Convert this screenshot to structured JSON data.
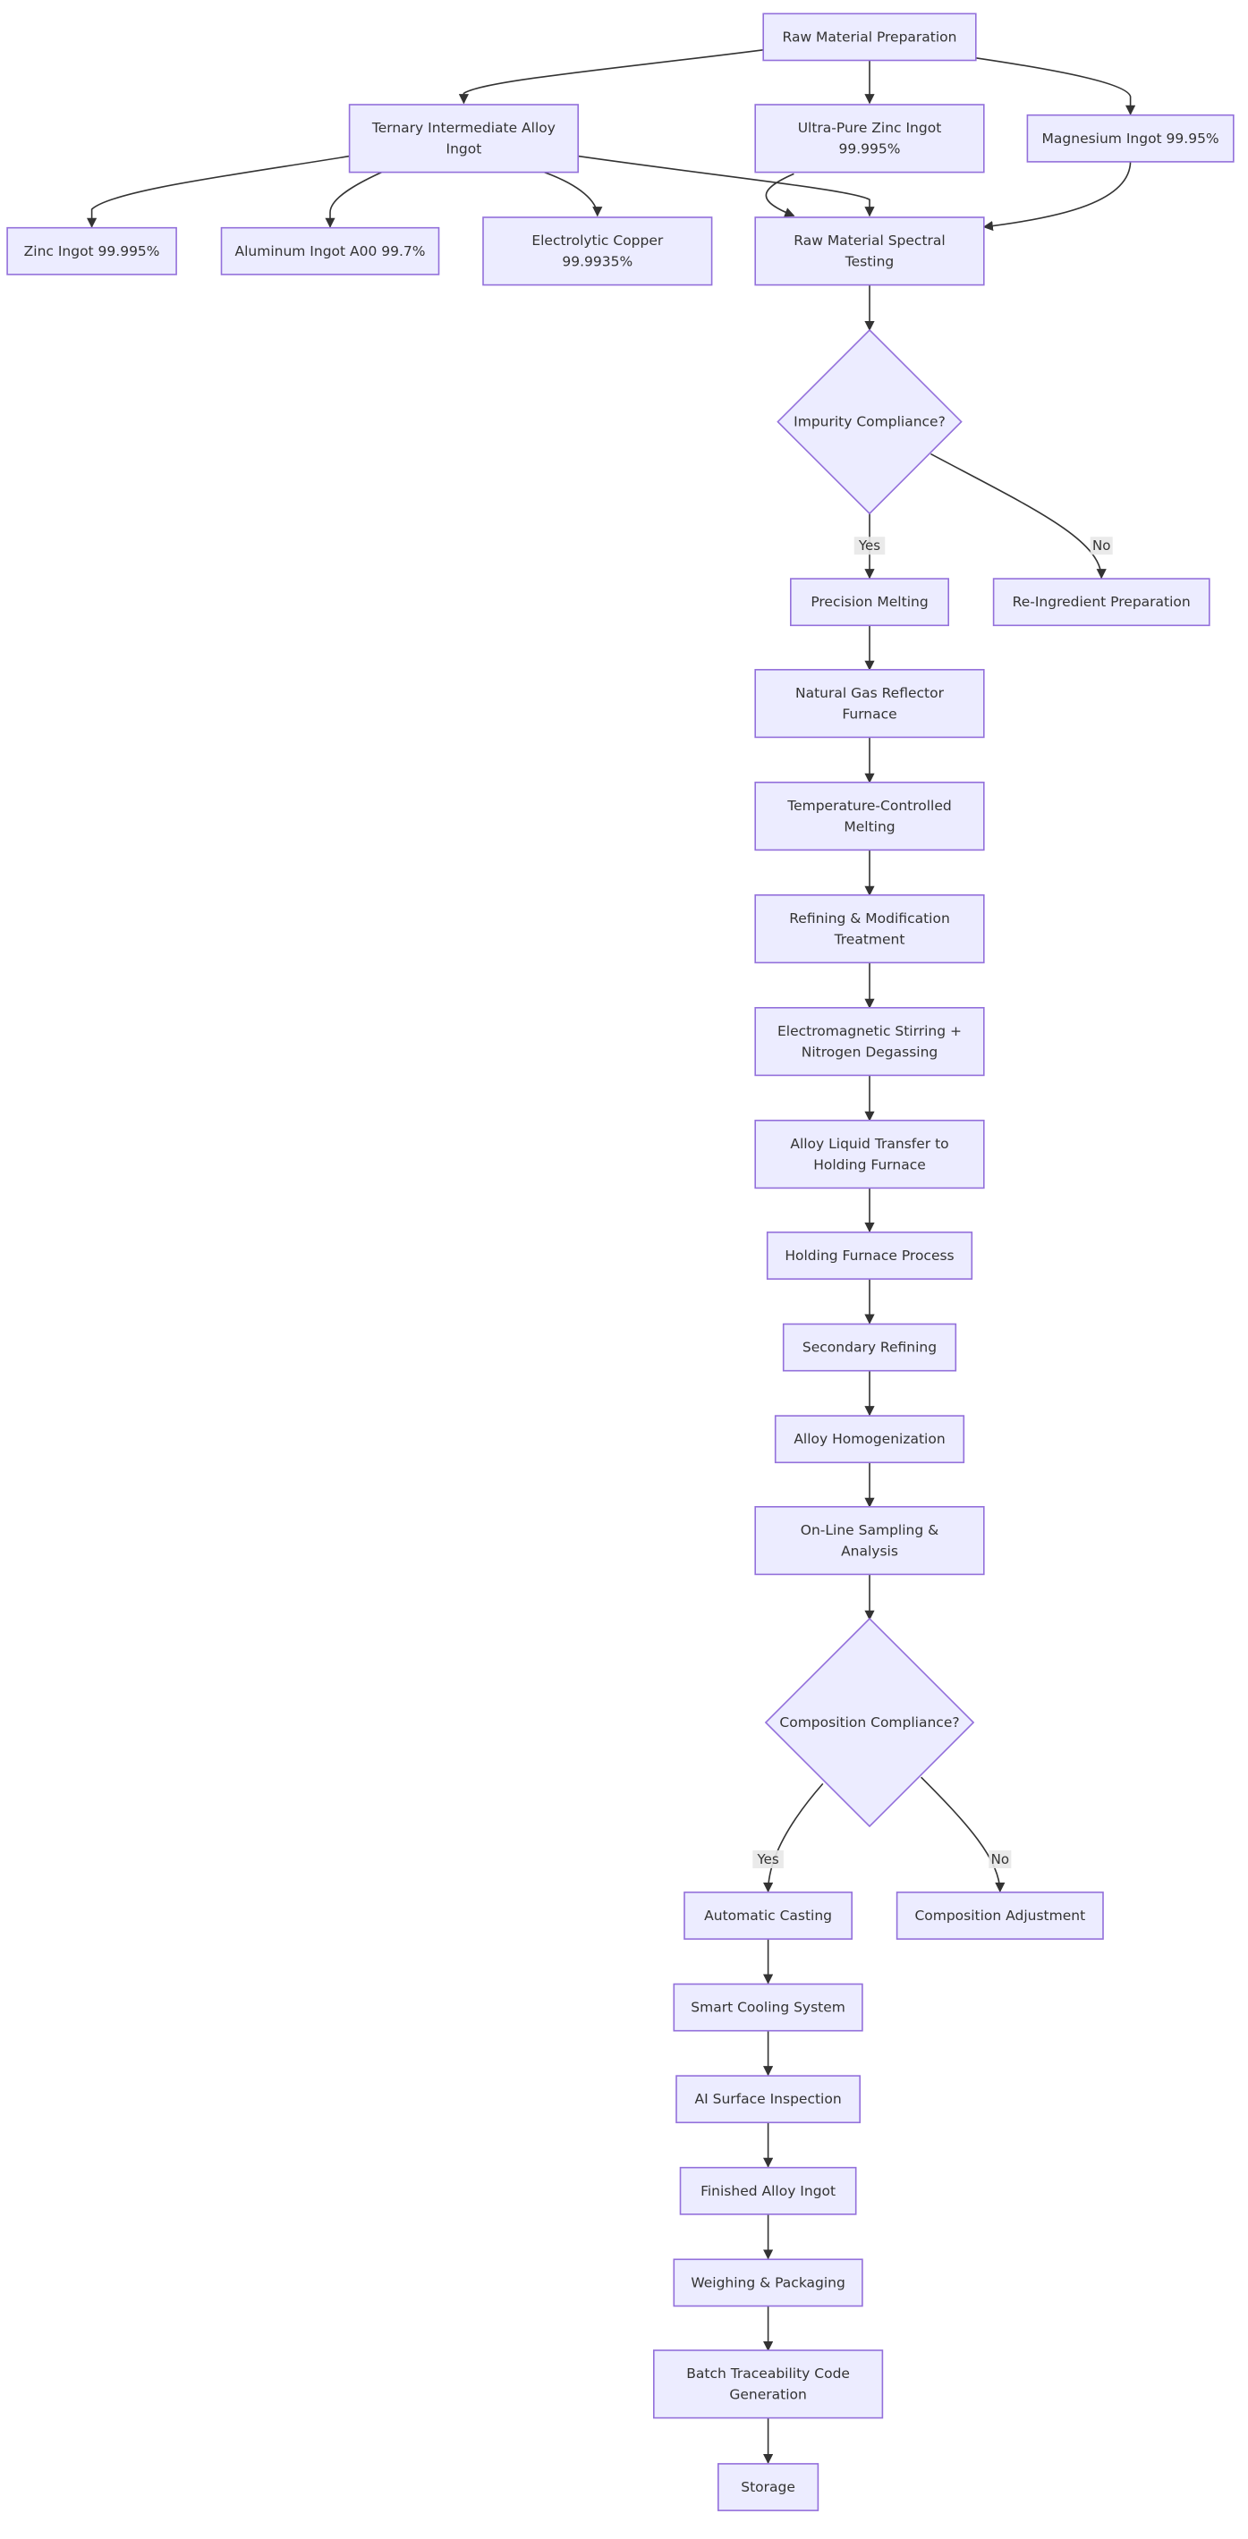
{
  "colors": {
    "node_fill": "#ECECFF",
    "node_stroke": "#9370DB",
    "edge": "#333333",
    "label_bg": "#E8E8E8"
  },
  "nodes": {
    "raw_prep": "Raw Material Preparation",
    "ternary": [
      "Ternary Intermediate Alloy",
      "Ingot"
    ],
    "ultra_zinc": [
      "Ultra-Pure Zinc Ingot",
      "99.995%"
    ],
    "magnesium": "Magnesium Ingot 99.95%",
    "zinc": "Zinc Ingot 99.995%",
    "aluminum": "Aluminum Ingot A00 99.7%",
    "copper": [
      "Electrolytic Copper",
      "99.9935%"
    ],
    "spectral": [
      "Raw Material Spectral",
      "Testing"
    ],
    "impurity": "Impurity Compliance?",
    "precision": "Precision Melting",
    "reingredient": "Re-Ingredient Preparation",
    "gas_furnace": [
      "Natural Gas Reflector",
      "Furnace"
    ],
    "temp_melt": [
      "Temperature-Controlled",
      "Melting"
    ],
    "refining": [
      "Refining & Modification",
      "Treatment"
    ],
    "stirring": [
      "Electromagnetic Stirring +",
      "Nitrogen Degassing"
    ],
    "transfer": [
      "Alloy Liquid Transfer to",
      "Holding Furnace"
    ],
    "holding": "Holding Furnace Process",
    "secondary": "Secondary Refining",
    "homogen": "Alloy Homogenization",
    "sampling": [
      "On-Line Sampling &",
      "Analysis"
    ],
    "composition": "Composition Compliance?",
    "casting": "Automatic Casting",
    "adjust": "Composition Adjustment",
    "cooling": "Smart Cooling System",
    "inspection": "AI Surface Inspection",
    "finished": "Finished Alloy Ingot",
    "weighing": "Weighing & Packaging",
    "trace": [
      "Batch Traceability Code",
      "Generation"
    ],
    "storage": "Storage"
  },
  "edge_labels": {
    "impurity_yes": "Yes",
    "impurity_no": "No",
    "composition_yes": "Yes",
    "composition_no": "No"
  }
}
